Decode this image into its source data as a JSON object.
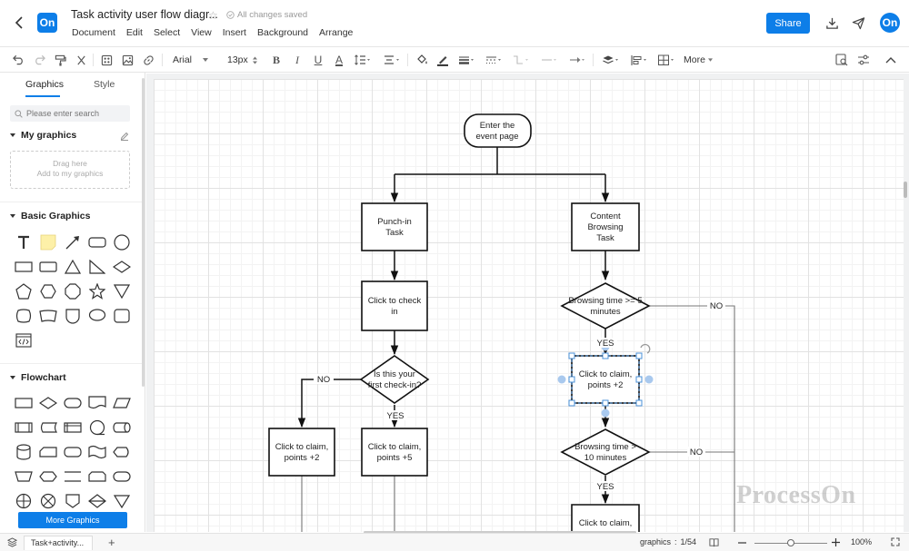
{
  "header": {
    "back_icon": "chevron-left-icon",
    "logo_text": "On",
    "title": "Task activity user flow diagr...",
    "save_status": "All changes saved",
    "share_label": "Share",
    "avatar_text": "On",
    "menu": [
      "Document",
      "Edit",
      "Select",
      "View",
      "Insert",
      "Background",
      "Arrange"
    ]
  },
  "toolbar": {
    "font_family": "Arial",
    "font_size": "13px",
    "bold": "B",
    "italic": "I",
    "underline": "U",
    "font_color": "A",
    "more_label": "More"
  },
  "sidebar": {
    "tabs": [
      "Graphics",
      "Style"
    ],
    "active_tab": "Graphics",
    "search_placeholder": "Please enter search",
    "my_graphics_title": "My graphics",
    "drop_line1": "Drag here",
    "drop_line2": "Add to my graphics",
    "basic_graphics_title": "Basic Graphics",
    "flowchart_title": "Flowchart",
    "more_graphics_label": "More Graphics"
  },
  "flowchart": {
    "nodes": {
      "start_l1": "Enter the",
      "start_l2": "event page",
      "punch_l1": "Punch-in",
      "punch_l2": "Task",
      "content_l1": "Content",
      "content_l2": "Browsing",
      "content_l3": "Task",
      "checkin_l1": "Click to check",
      "checkin_l2": "in",
      "first_l1": "Is this your",
      "first_l2": "first check-in?",
      "browse5_l1": "Browsing time >= 5",
      "browse5_l2": "minutes",
      "claim2a_l1": "Click to claim,",
      "claim2a_l2": "points +2",
      "claim5_l1": "Click to claim,",
      "claim5_l2": "points +5",
      "claim2b_l1": "Click to claim,",
      "claim2b_l2": "points +2",
      "browse10_l1": "Browsing time >",
      "browse10_l2": "10 minutes",
      "claim_bottom": "Click to claim,"
    },
    "labels": {
      "no_first": "NO",
      "yes_first": "YES",
      "no_browse5": "NO",
      "yes_browse5": "YES",
      "no_browse10": "NO",
      "yes_browse10": "YES"
    }
  },
  "watermark": "ProcessOn",
  "statusbar": {
    "page_tab": "Task+activity...",
    "add_icon": "+",
    "graphics_label": "graphics",
    "graphics_count": "1/54",
    "zoom": "100%",
    "zoom_level": 0.5
  },
  "colors": {
    "accent": "#0d7ee8",
    "selection": "#4a90d9"
  }
}
